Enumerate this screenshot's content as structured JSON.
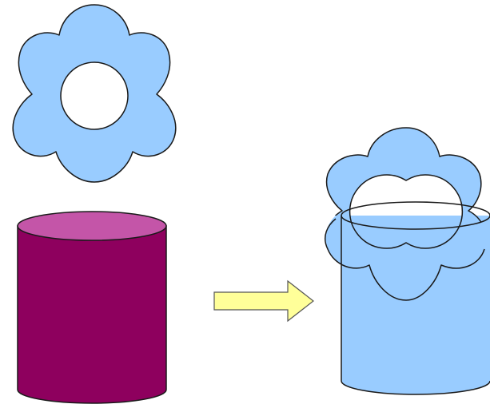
{
  "colors": {
    "background": "#ffffff",
    "flower_fill": "#99ccff",
    "flower_stroke": "#1a1a1a",
    "hole_fill": "#ffffff",
    "cylinder_body": "#8e005e",
    "cylinder_top": "#c455a8",
    "arrow_fill": "#ffff99",
    "arrow_stroke": "#555555",
    "result_fill": "#99ccff"
  },
  "shapes": {
    "flower": {
      "petals": 6,
      "has_hole": true
    },
    "cylinder": {
      "shape": "cylinder"
    },
    "arrow": {
      "direction": "right"
    },
    "result": {
      "description_shapes": [
        "flower",
        "cylinder"
      ],
      "operation": "union"
    }
  }
}
